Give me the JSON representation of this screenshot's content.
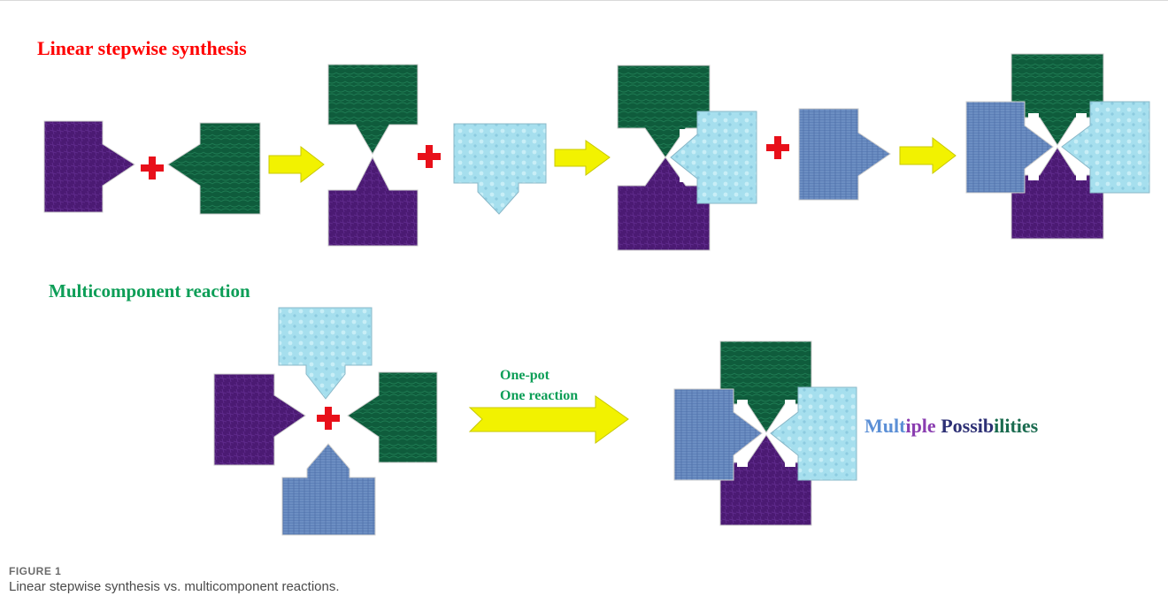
{
  "headings": {
    "linear": "Linear stepwise synthesis",
    "multicomponent": "Multicomponent reaction"
  },
  "arrow_label": {
    "line1": "One-pot",
    "line2": "One reaction"
  },
  "result_label": {
    "word1a": "Mult",
    "word1b": "iple",
    "word2a": "Possib",
    "word2b": "ilities"
  },
  "caption": {
    "label": "FIGURE 1",
    "text": "Linear stepwise synthesis vs. multicomponent reactions."
  },
  "colors": {
    "purple": "#4b1a73",
    "dark_green": "#0f5c3c",
    "light_blue": "#a6dfee",
    "mid_blue": "#5d80b8",
    "yellow": "#f2f200",
    "red": "#e8101a"
  }
}
